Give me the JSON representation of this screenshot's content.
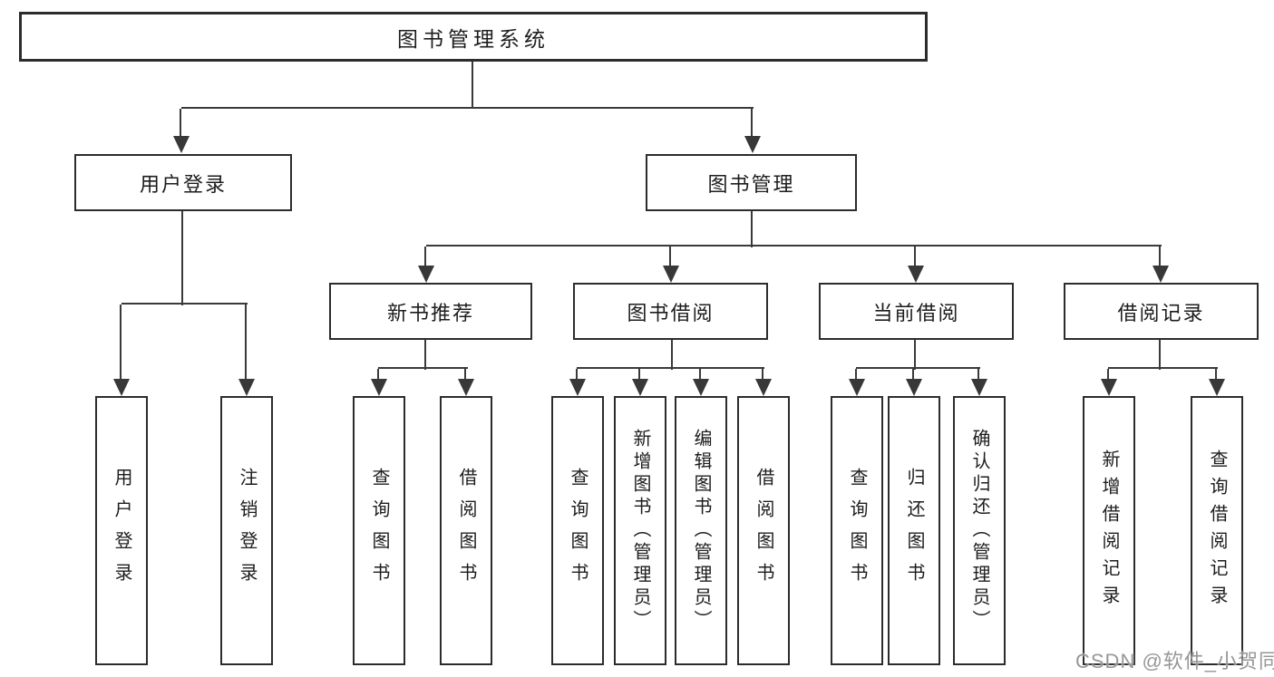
{
  "diagram_type": "hierarchy-tree",
  "colors": {
    "background": "#ffffff",
    "box_border": "#2c2c2c",
    "line": "#3a3a3a",
    "text": "#1d1d1d",
    "watermark_text": "#979797"
  },
  "tree": {
    "label": "图书管理系统",
    "children": [
      {
        "label": "用户登录",
        "children": [
          {
            "label": "用户登录"
          },
          {
            "label": "注销登录"
          }
        ]
      },
      {
        "label": "图书管理",
        "children": [
          {
            "label": "新书推荐",
            "children": [
              {
                "label": "查询图书"
              },
              {
                "label": "借阅图书"
              }
            ]
          },
          {
            "label": "图书借阅",
            "children": [
              {
                "label": "查询图书"
              },
              {
                "label": "新增图书（管理员）"
              },
              {
                "label": "编辑图书（管理员）"
              },
              {
                "label": "借阅图书"
              }
            ]
          },
          {
            "label": "当前借阅",
            "children": [
              {
                "label": "查询图书"
              },
              {
                "label": "归还图书"
              },
              {
                "label": "确认归还（管理员）"
              }
            ]
          },
          {
            "label": "借阅记录",
            "children": [
              {
                "label": "新增借阅记录"
              },
              {
                "label": "查询借阅记录"
              }
            ]
          }
        ]
      }
    ]
  },
  "watermark": {
    "text": "CSDN @软件_小贺同学"
  }
}
